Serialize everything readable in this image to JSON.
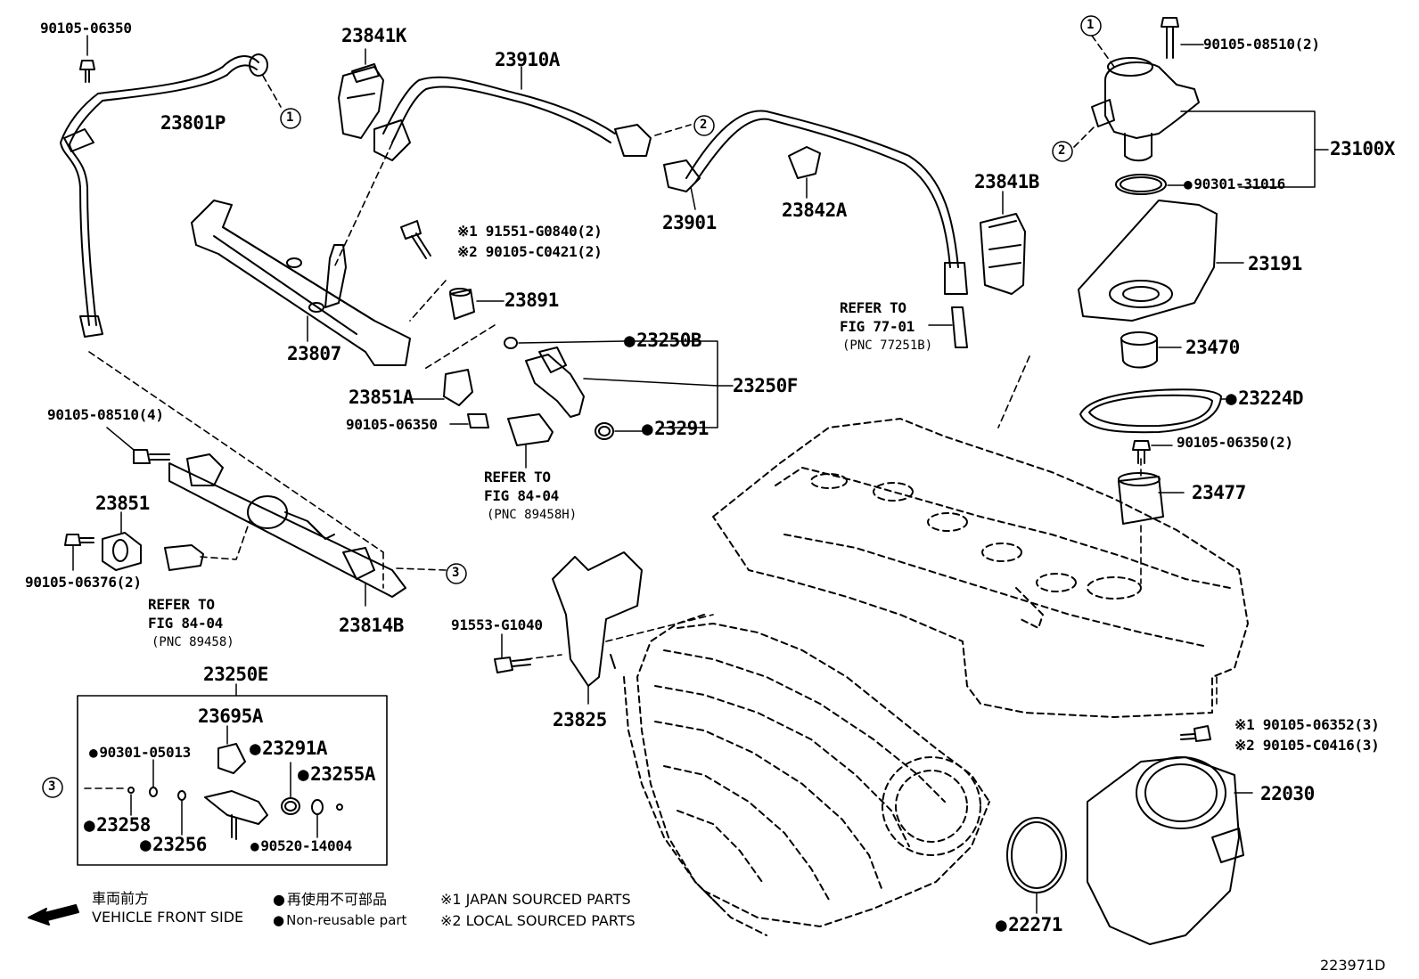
{
  "parts": {
    "p90105_06350_top": "90105-06350",
    "p23841K": "23841K",
    "p23910A": "23910A",
    "p23801P": "23801P",
    "p90105_08510_2": "90105-08510(2)",
    "p23100X": "23100X",
    "p90301_31016": "90301-31016",
    "p23901": "23901",
    "p23842A": "23842A",
    "p23841B": "23841B",
    "p91551_G0840": "※1 91551-G0840(2)",
    "p90105_C0421": "※2 90105-C0421(2)",
    "p23891": "23891",
    "p23191": "23191",
    "p23807": "23807",
    "refer_77_a": "REFER TO",
    "refer_77_b": "FIG 77-01",
    "refer_77_c": "(PNC 77251B)",
    "p23250B": "23250B",
    "p23470": "23470",
    "p23250F": "23250F",
    "p23851A": "23851A",
    "p23224D": "23224D",
    "p90105_06350_mid": "90105-06350",
    "p23291": "23291",
    "p90105_08510_4": "90105-08510(4)",
    "p90105_06350_2": "90105-06350(2)",
    "refer_84a_a": "REFER TO",
    "refer_84a_b": "FIG 84-04",
    "refer_84a_c": "(PNC 89458H)",
    "p23851": "23851",
    "p23477": "23477",
    "p90105_06376": "90105-06376(2)",
    "refer_84b_a": "REFER TO",
    "refer_84b_b": "FIG 84-04",
    "refer_84b_c": "(PNC 89458)",
    "p23814B": "23814B",
    "p91553_G1040": "91553-G1040",
    "p23250E": "23250E",
    "p23695A": "23695A",
    "p23825": "23825",
    "p90105_06352": "※1 90105-06352(3)",
    "p90105_C0416": "※2 90105-C0416(3)",
    "p90301_05013": "90301-05013",
    "p23291A": "23291A",
    "p23255A": "23255A",
    "p22030": "22030",
    "p23258": "23258",
    "p23256": "23256",
    "p90520_14004": "90520-14004",
    "p22271": "22271"
  },
  "callouts": {
    "c1": "1",
    "c2": "2",
    "c3": "3"
  },
  "legend": {
    "front_jp": "車両前方",
    "front_en": "VEHICLE FRONT SIDE",
    "nonreuse_jp": "再使用不可部品",
    "nonreuse_en": "Non-reusable part",
    "japan": "※1 JAPAN SOURCED PARTS",
    "local": "※2 LOCAL SOURCED PARTS"
  },
  "diagram_id": "223971D"
}
